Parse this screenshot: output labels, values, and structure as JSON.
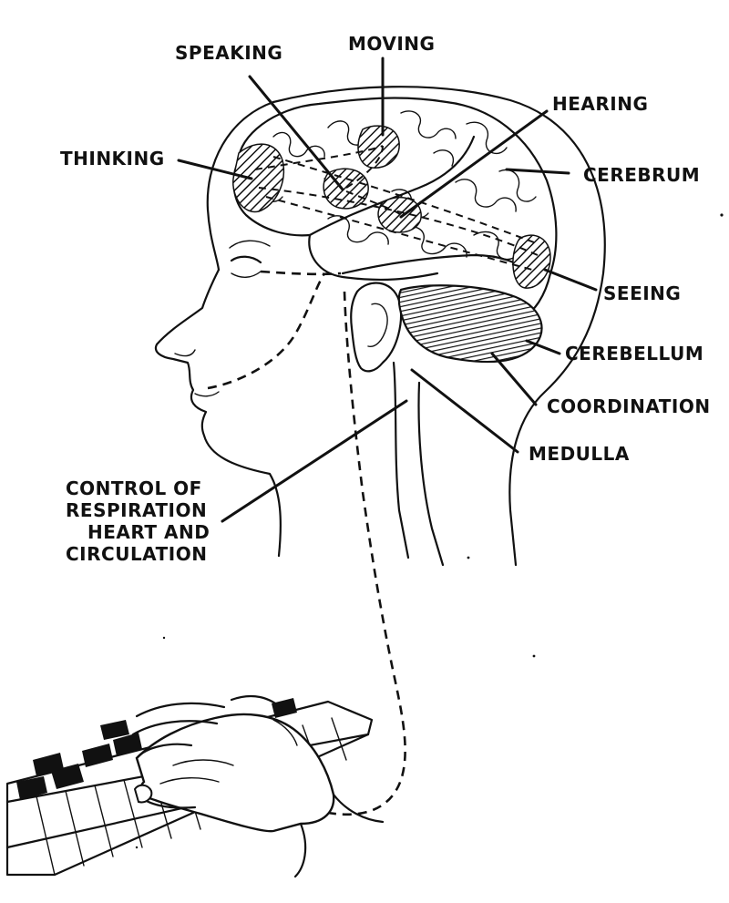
{
  "labels": {
    "speaking": "SPEAKING",
    "moving": "MOVING",
    "hearing": "HEARING",
    "thinking": "THINKING",
    "cerebrum": "CEREBRUM",
    "seeing": "SEEING",
    "cerebellum": "CEREBELLUM",
    "coordination": "COORDINATION",
    "medulla": "MEDULLA",
    "control": {
      "line1": "CONTROL OF",
      "line2": "RESPIRATION",
      "line3": "HEART AND",
      "line4": "CIRCULATION"
    }
  },
  "colors": {
    "ink": "#111111",
    "paper": "#ffffff"
  }
}
